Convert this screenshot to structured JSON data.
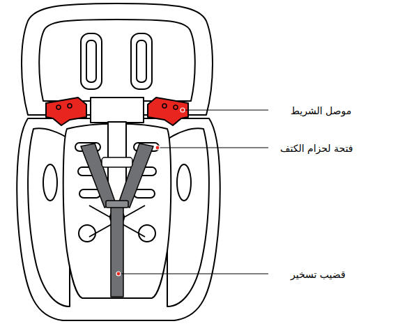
{
  "diagram": {
    "labels": [
      "موصل الشريط",
      "فتحة لحزام الكتف",
      "قضيب تسخير"
    ]
  }
}
